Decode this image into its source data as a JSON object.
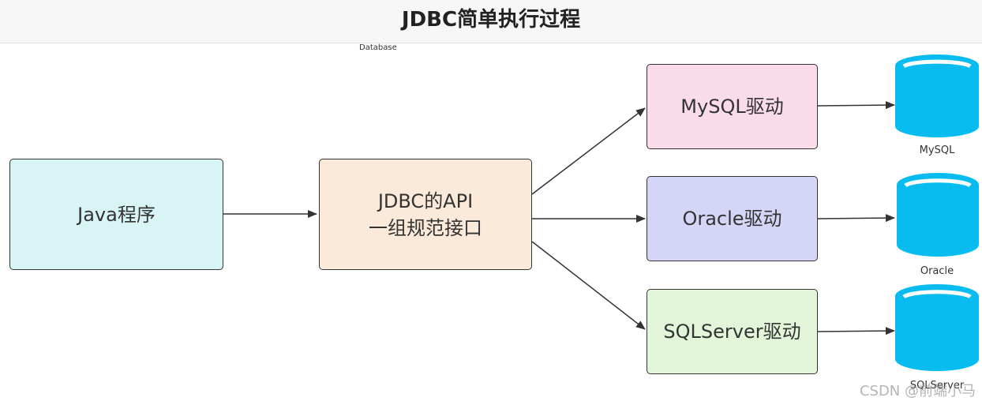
{
  "header": {
    "title": "JDBC简单执行过程",
    "stray_text": "Database"
  },
  "diagram": {
    "java_box": {
      "label": "Java程序",
      "color": "#d9f4f4"
    },
    "api_box": {
      "line1": "JDBC的API",
      "line2": "一组规范接口",
      "color": "#fbe9d9"
    },
    "drivers": [
      {
        "label": "MySQL驱动",
        "color": "#f9dbe9"
      },
      {
        "label": "Oracle驱动",
        "color": "#d5d6f7"
      },
      {
        "label": "SQLServer驱动",
        "color": "#e3f5d9"
      }
    ],
    "databases": [
      {
        "label": "MySQL",
        "icon": "database-cylinder-icon",
        "color": "#08bcf0"
      },
      {
        "label": "Oracle",
        "icon": "database-cylinder-icon",
        "color": "#08bcf0"
      },
      {
        "label": "SQLServer",
        "icon": "database-cylinder-icon",
        "color": "#08bcf0"
      }
    ]
  },
  "watermark": "CSDN @前端小马"
}
